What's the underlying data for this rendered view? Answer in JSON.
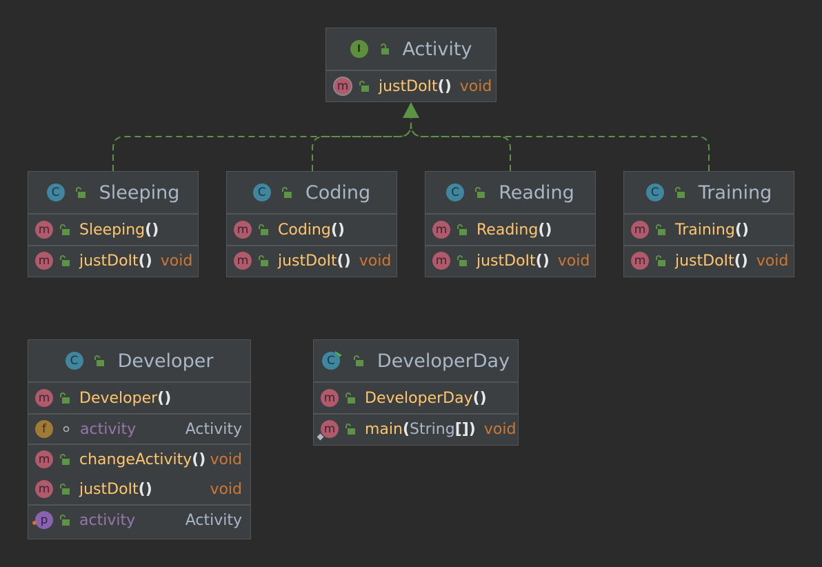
{
  "colors": {
    "background": "#2b2b2b",
    "box": "#3c3f41",
    "border": "#555555",
    "method": "#ffc66d",
    "field": "#9876aa",
    "return_type": "#cc7832",
    "edge": "#5c9345"
  },
  "interface": {
    "icon": "I",
    "name": "Activity",
    "methods": [
      {
        "icon": "m",
        "name": "justDoIt",
        "parens": "()",
        "ret": "void"
      }
    ]
  },
  "classes": [
    {
      "icon": "C",
      "name": "Sleeping",
      "constructor": {
        "icon": "m",
        "name": "Sleeping",
        "parens": "()"
      },
      "method": {
        "icon": "m",
        "name": "justDoIt",
        "parens": "()",
        "ret": "void"
      }
    },
    {
      "icon": "C",
      "name": "Coding",
      "constructor": {
        "icon": "m",
        "name": "Coding",
        "parens": "()"
      },
      "method": {
        "icon": "m",
        "name": "justDoIt",
        "parens": "()",
        "ret": "void"
      }
    },
    {
      "icon": "C",
      "name": "Reading",
      "constructor": {
        "icon": "m",
        "name": "Reading",
        "parens": "()"
      },
      "method": {
        "icon": "m",
        "name": "justDoIt",
        "parens": "()",
        "ret": "void"
      }
    },
    {
      "icon": "C",
      "name": "Training",
      "constructor": {
        "icon": "m",
        "name": "Training",
        "parens": "()"
      },
      "method": {
        "icon": "m",
        "name": "justDoIt",
        "parens": "()",
        "ret": "void"
      }
    }
  ],
  "developer": {
    "icon": "C",
    "name": "Developer",
    "constructor": {
      "icon": "m",
      "name": "Developer",
      "parens": "()"
    },
    "field": {
      "icon": "f",
      "name": "activity",
      "type": "Activity"
    },
    "methods": [
      {
        "icon": "m",
        "name": "changeActivity",
        "parens": "()",
        "ret": "void"
      },
      {
        "icon": "m",
        "name": "justDoIt",
        "parens": "()",
        "ret": "void"
      }
    ],
    "property": {
      "icon": "p",
      "name": "activity",
      "type": "Activity"
    }
  },
  "developer_day": {
    "icon": "C",
    "name": "DeveloperDay",
    "constructor": {
      "icon": "m",
      "name": "DeveloperDay",
      "parens": "()"
    },
    "main": {
      "icon": "m",
      "name": "main",
      "open": "(",
      "param": "String",
      "brackets": "[]",
      "close": ")",
      "ret": "void"
    }
  }
}
